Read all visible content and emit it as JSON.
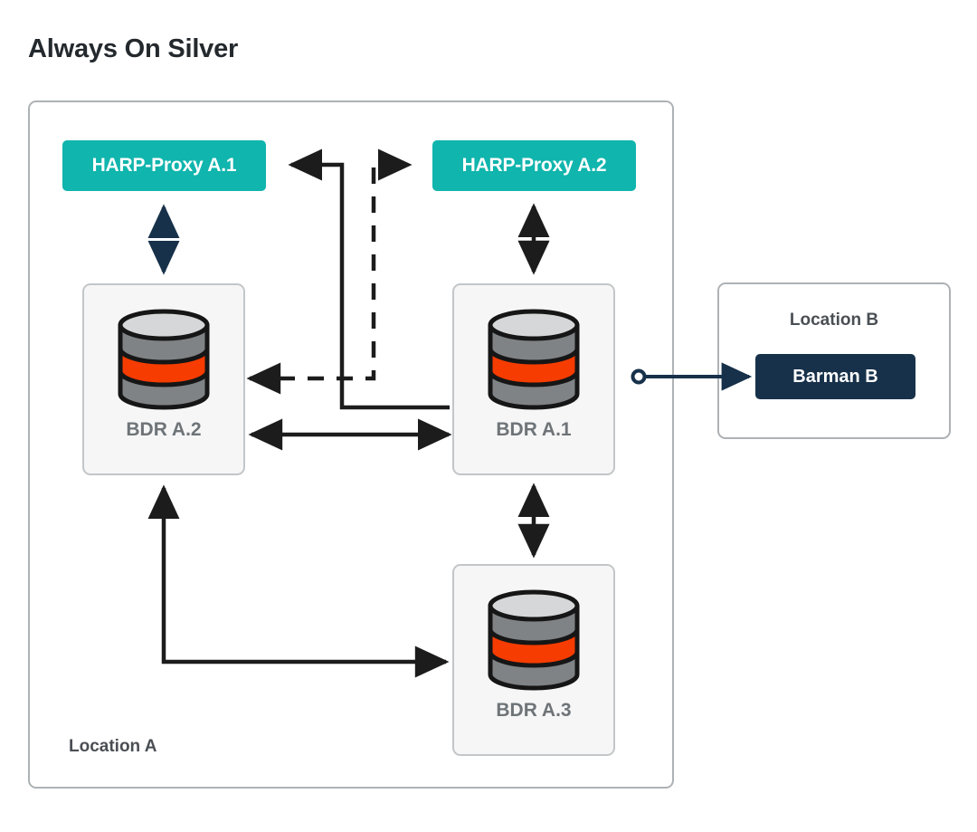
{
  "title": "Always On Silver",
  "colors": {
    "harp_teal": "#10b5ad",
    "barman_navy": "#17314a",
    "frame_border": "#adb2b5",
    "card_border": "#c3c6c8",
    "card_fill": "#f6f6f6",
    "label_gray": "#6e7478",
    "connector_dark": "#1c1c1c",
    "barman_connector": "#17314a",
    "db_body_gray": "#7f8386",
    "db_top_light": "#d5d7d8",
    "db_accent_red": "#f63c00",
    "db_outline": "#161616",
    "title_color": "#24292e"
  },
  "locations": {
    "a": {
      "label": "Location A"
    },
    "b": {
      "label": "Location B"
    }
  },
  "proxies": [
    {
      "id": "harp-a1",
      "label": "HARP-Proxy A.1"
    },
    {
      "id": "harp-a2",
      "label": "HARP-Proxy A.2"
    }
  ],
  "nodes": [
    {
      "id": "bdr-a2",
      "label": "BDR A.2",
      "icon": "database-icon"
    },
    {
      "id": "bdr-a1",
      "label": "BDR A.1",
      "icon": "database-icon"
    },
    {
      "id": "bdr-a3",
      "label": "BDR A.3",
      "icon": "database-icon"
    }
  ],
  "backup": {
    "id": "barman-b",
    "label": "Barman B"
  },
  "connectors": [
    {
      "name": "harp-a1-to-bdr-a2",
      "style": "solid",
      "heads": "both",
      "note": "split vertical double arrow"
    },
    {
      "name": "harp-a2-to-bdr-a1",
      "style": "solid",
      "heads": "both"
    },
    {
      "name": "bdr-a1-to-harp-a1",
      "style": "solid",
      "heads": "end",
      "note": "routes up and left"
    },
    {
      "name": "bdr-a2-to-harp-a2",
      "style": "dashed",
      "heads": "end",
      "note": "routes up and right"
    },
    {
      "name": "bdr-a2-to-bdr-a1-replication",
      "style": "solid",
      "heads": "both"
    },
    {
      "name": "bdr-a1-to-bdr-a3",
      "style": "solid",
      "heads": "both"
    },
    {
      "name": "bdr-a3-to-bdr-a2",
      "style": "solid",
      "heads": "both",
      "note": "L-shaped path"
    },
    {
      "name": "bdr-a1-to-barman-b",
      "style": "solid",
      "heads": "end",
      "note": "starts with open circle endpoint"
    }
  ]
}
